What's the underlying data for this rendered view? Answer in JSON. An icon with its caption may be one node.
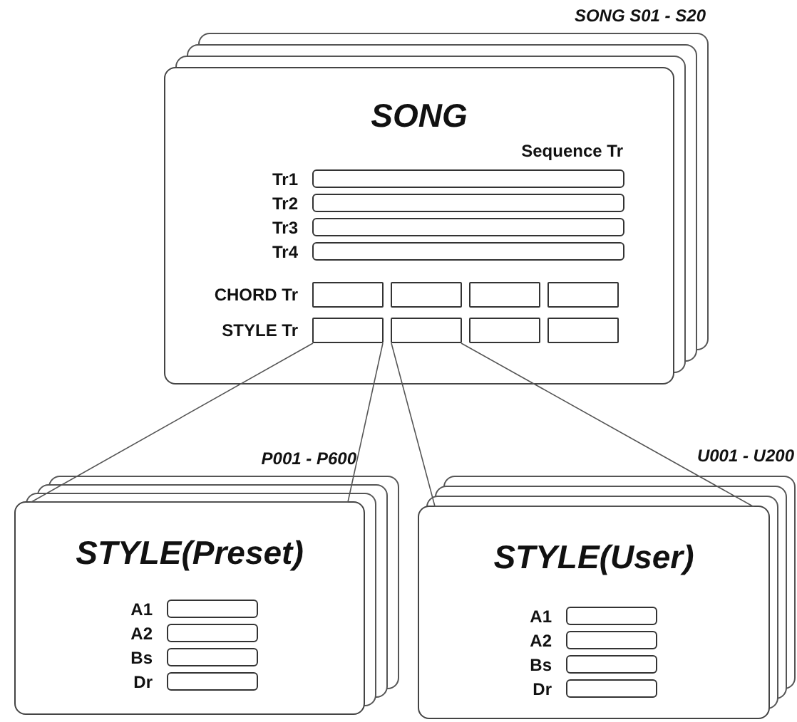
{
  "diagram": {
    "nodes": [
      {
        "text": [
          "SONG"
        ],
        "beside": [
          "SONG S01 - S20"
        ]
      },
      {
        "text": [],
        "shape": "bar",
        "in": 0,
        "beside": [
          "Tr1"
        ]
      },
      {
        "text": [],
        "shape": "bar",
        "in": 0,
        "beside": [
          "Tr2"
        ]
      },
      {
        "text": [],
        "shape": "bar",
        "in": 0,
        "beside": [
          "Tr3"
        ]
      },
      {
        "text": [],
        "shape": "bar",
        "in": 0,
        "beside": [
          "Tr4"
        ]
      },
      {
        "text": [],
        "shape": "box",
        "in": 0,
        "beside": [
          "CHORD Tr"
        ]
      },
      {
        "text": [],
        "shape": "box",
        "in": 0
      },
      {
        "text": [],
        "shape": "box",
        "in": 0
      },
      {
        "text": [],
        "shape": "box",
        "in": 0
      },
      {
        "text": [],
        "shape": "box",
        "in": 0,
        "beside": [
          "STYLE Tr"
        ]
      },
      {
        "text": [],
        "shape": "box",
        "in": 0
      },
      {
        "text": [],
        "shape": "box",
        "in": 0
      },
      {
        "text": [],
        "shape": "box",
        "in": 0
      },
      {
        "text": [
          "STYLE(Preset)"
        ],
        "beside": [
          "P001 - P600"
        ]
      },
      {
        "text": [],
        "shape": "bar",
        "in": 13,
        "beside": [
          "A1"
        ]
      },
      {
        "text": [],
        "shape": "bar",
        "in": 13,
        "beside": [
          "A2"
        ]
      },
      {
        "text": [],
        "shape": "bar",
        "in": 13,
        "beside": [
          "Bs"
        ]
      },
      {
        "text": [],
        "shape": "bar",
        "in": 13,
        "beside": [
          "Dr"
        ]
      },
      {
        "text": [
          "STYLE(User)"
        ],
        "beside": [
          "U001 - U200"
        ]
      },
      {
        "text": [],
        "shape": "bar",
        "in": 18,
        "beside": [
          "A1"
        ]
      },
      {
        "text": [],
        "shape": "bar",
        "in": 18,
        "beside": [
          "A2"
        ]
      },
      {
        "text": [],
        "shape": "bar",
        "in": 18,
        "beside": [
          "Bs"
        ]
      },
      {
        "text": [],
        "shape": "bar",
        "in": 18,
        "beside": [
          "Dr"
        ]
      }
    ],
    "edges": [
      {
        "from": 9,
        "to": 13,
        "arrow": "none"
      },
      {
        "from": 10,
        "to": 18,
        "arrow": "none"
      }
    ],
    "labels": [
      "Sequence Tr"
    ]
  }
}
